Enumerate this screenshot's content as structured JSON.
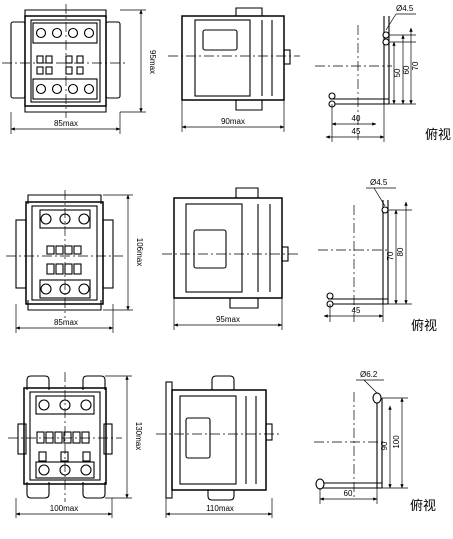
{
  "row1": {
    "front_width": "85max",
    "front_height": "95max",
    "side_width": "90max",
    "mount": {
      "hole": "Ø4.5",
      "d_50": "50",
      "d_60": "60",
      "d_70": "70",
      "d_40": "40",
      "d_45": "45"
    },
    "view_label": "俯视"
  },
  "row2": {
    "front_width": "85max",
    "front_height": "106max",
    "side_width": "95max",
    "mount": {
      "hole": "Ø4.5",
      "d_70": "70",
      "d_80": "80",
      "d_45": "45"
    },
    "view_label": "俯视"
  },
  "row3": {
    "front_width": "100max",
    "front_height": "130max",
    "side_width": "110max",
    "mount": {
      "hole": "Ø6.2",
      "d_90": "90",
      "d_100": "100",
      "d_60": "60"
    },
    "view_label": "俯视"
  }
}
